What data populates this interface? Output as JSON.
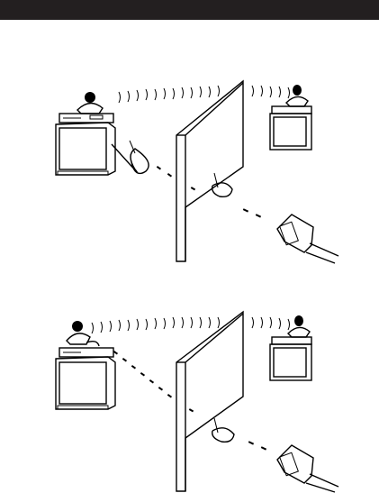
{
  "header": {
    "bar_color": "#231f20"
  },
  "diagrams": [
    {
      "id": "top",
      "elements": [
        "sender-tv",
        "vcr",
        "dish-antenna",
        "wall",
        "receiver-tv",
        "receiver-vcr",
        "receiver-antenna",
        "remote-control",
        "ir-extender-cable",
        "ir-extender-eye"
      ]
    },
    {
      "id": "bottom",
      "elements": [
        "sender-tv",
        "vcr",
        "dish-antenna",
        "wall",
        "receiver-tv",
        "receiver-vcr",
        "receiver-antenna",
        "remote-control",
        "ir-extender-eye"
      ]
    }
  ]
}
